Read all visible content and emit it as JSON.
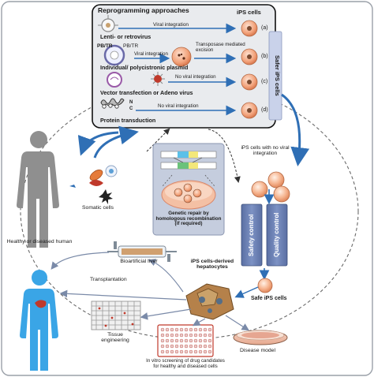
{
  "top_panel": {
    "title": "Reprogramming approaches",
    "ips_header": "iPS cells",
    "side_label": "Safer iPS cells",
    "rows": [
      {
        "id": "a",
        "label": "Lenti- or retrovirus",
        "arrow_text": "Viral integration",
        "tag": "(a)"
      },
      {
        "id": "b",
        "label": "Individual/ polycistronic plasmid",
        "arrow_text": "Viral integration",
        "arrow_text2": "Transposase mediated excision",
        "prefix1": "PB/TR",
        "prefix2": "PB/TR",
        "tag": "(b)"
      },
      {
        "id": "c",
        "label": "Vector transfection or Adeno virus",
        "arrow_text": "No viral integration",
        "tag": "(c)"
      },
      {
        "id": "d",
        "label": "Protein transduction",
        "arrow_text": "No viral integration",
        "n_label": "N",
        "c_label": "C",
        "tag": "(d)"
      }
    ]
  },
  "left": {
    "human_label": "Healthy or diseased human",
    "somatic_label": "Somatic cells"
  },
  "center": {
    "genetic_repair": "Genetic repair by homologous recombination (if required)"
  },
  "right": {
    "ips_no_integration": "iPS cells with no viral integration",
    "safety_control": "Safety control",
    "quality_control": "Quality control",
    "safe_ips": "Safe iPS cells"
  },
  "bottom": {
    "hepatocytes": "iPS cells-derived hepatocytes",
    "bioartificial": "Bioartificial liver",
    "transplantation": "Transplantation",
    "tissue": "Tissue engineering",
    "screening": "In vitro screening of drug candidates for healthy and diseased cells",
    "disease_model": "Disease model"
  },
  "colors": {
    "panel_fill": "#e9ebee",
    "arrow_blue": "#2f6fb5",
    "control_box": "#6a7fb0",
    "cell_orange": "#f2a27a",
    "human_blue": "#3aa5e6",
    "human_grey": "#8f8f8f"
  }
}
